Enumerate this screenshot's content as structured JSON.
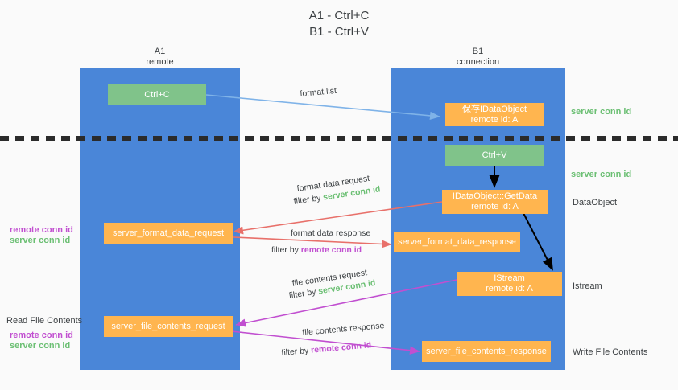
{
  "title": "A1 - Ctrl+C\nB1 - Ctrl+V",
  "colors": {
    "lane": "#4a86d8",
    "box_green": "#80c38a",
    "box_orange": "#ffb54f",
    "server_conn_id": "#6bbf73",
    "remote_conn_id": "#c14fd0",
    "arrow_blue": "#7fb3e8",
    "arrow_red": "#e8706a",
    "arrow_black": "#000000",
    "arrow_magenta": "#c14fd0",
    "divider": "#2b2b2b",
    "background": "#fafafa"
  },
  "lanes": [
    {
      "name": "A1",
      "sub": "remote"
    },
    {
      "name": "B1",
      "sub": "connection"
    }
  ],
  "boxes": {
    "ctrl_c": "Ctrl+C",
    "ctrl_v": "Ctrl+V",
    "save_idataobject": "保存IDataObject\nremote id: A",
    "getdata": "IDataObject::GetData\nremote id: A",
    "istream": "IStream\nremote id: A",
    "server_format_data_request": "server_format_data_request",
    "server_format_data_response": "server_format_data_response",
    "server_file_contents_request": "server_file_contents_request",
    "server_file_contents_response": "server_file_contents_response"
  },
  "annotations": {
    "format_list": "format list",
    "format_data_request": "format data request",
    "format_data_request_filter_prefix": "filter by ",
    "format_data_request_filter_value": "server conn id",
    "format_data_response": "format data response",
    "format_data_response_filter_prefix": "filter by ",
    "format_data_response_filter_value": "remote conn id",
    "file_contents_request": "file contents request",
    "file_contents_request_filter_prefix": "filter by ",
    "file_contents_request_filter_value": "server conn id",
    "file_contents_response": "file contents response",
    "file_contents_response_filter_prefix": "filter by ",
    "file_contents_response_filter_value": "remote conn id"
  },
  "right_labels": {
    "server_conn_id_top": "server conn id",
    "server_conn_id_mid": "server conn id",
    "dataobject": "DataObject",
    "istream": "Istream",
    "write_file_contents": "Write File Contents"
  },
  "left_labels": {
    "format_remote_conn_id": "remote conn id",
    "format_server_conn_id": "server conn id",
    "read_file_contents": "Read File Contents",
    "file_remote_conn_id": "remote conn id",
    "file_server_conn_id": "server conn id"
  }
}
